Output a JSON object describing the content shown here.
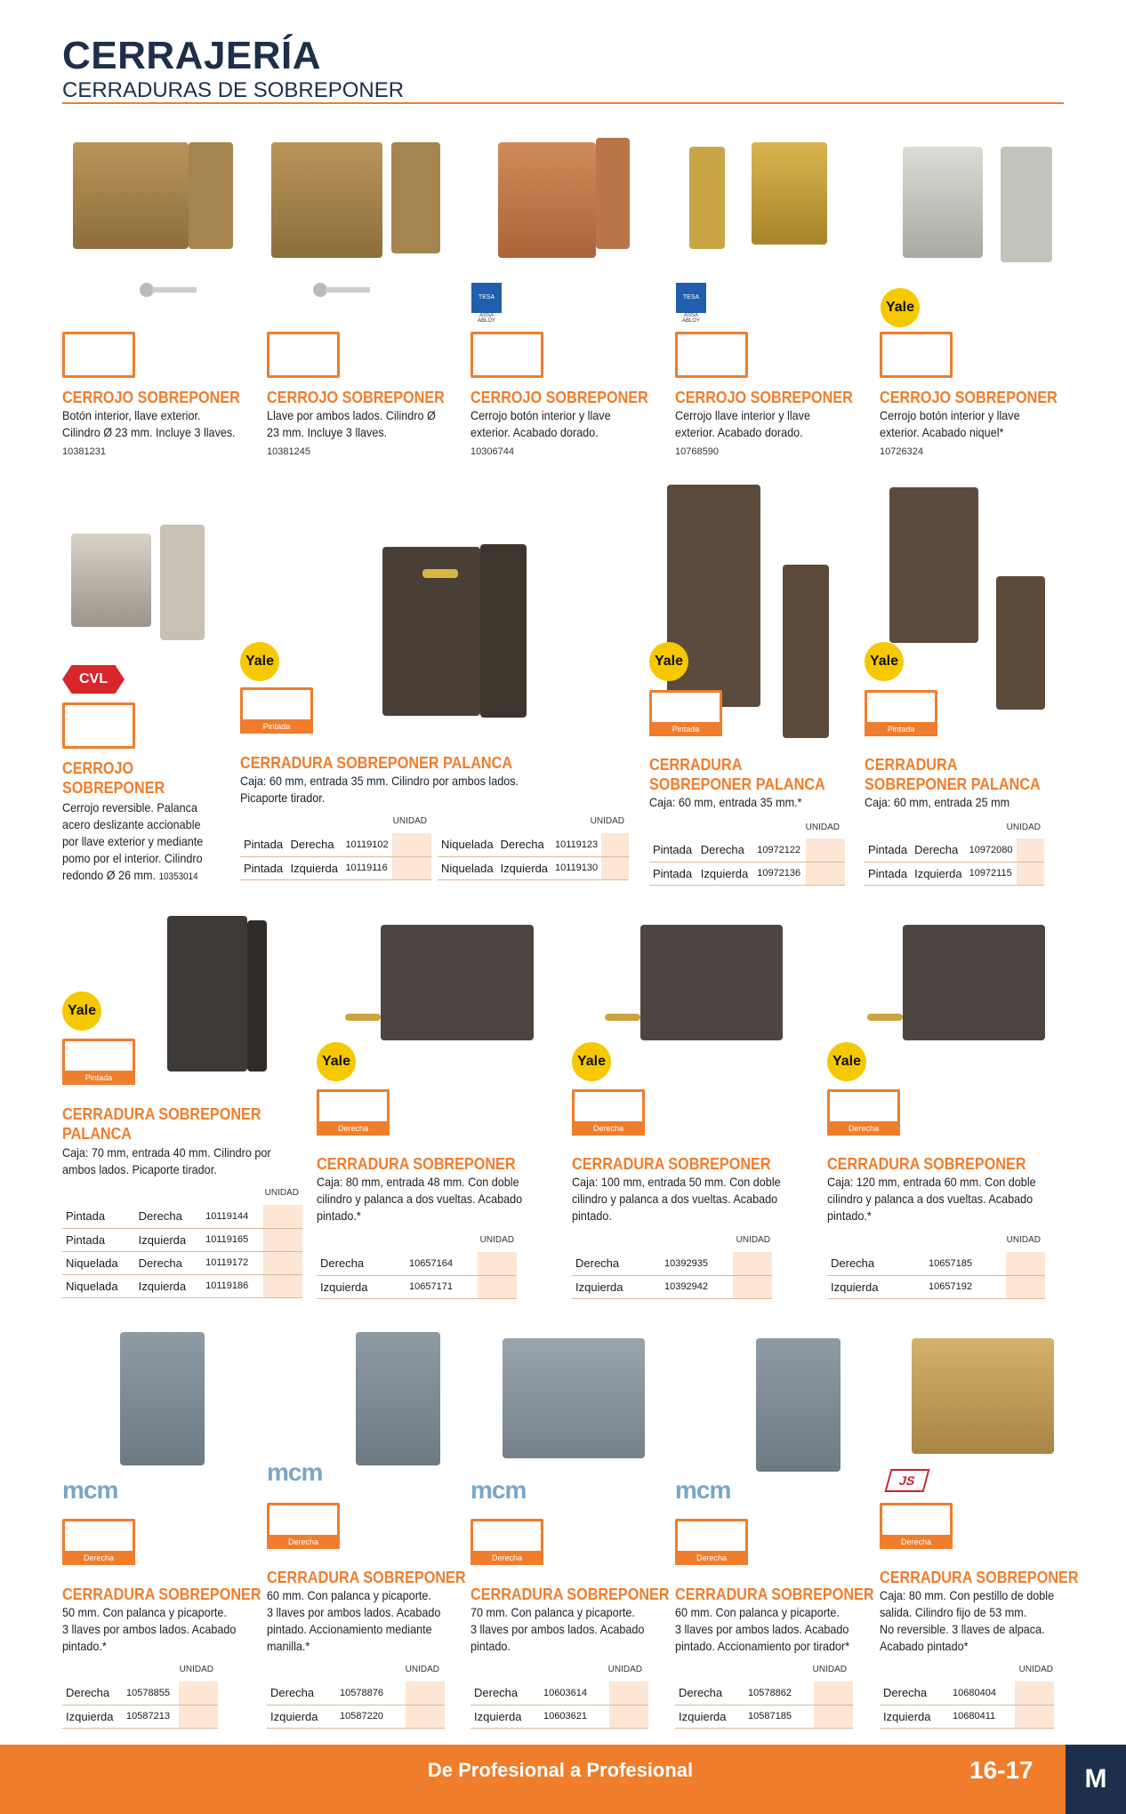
{
  "header": {
    "title": "CERRAJERÍA",
    "subtitle": "CERRADURAS DE SOBREPONER"
  },
  "row1": [
    {
      "brand": "key",
      "title": "CERROJO SOBREPONER",
      "desc": [
        "Botón interior, llave exterior.",
        "Cilindro Ø 23 mm. Incluye 3 llaves."
      ],
      "code": "10381231"
    },
    {
      "brand": "key",
      "title": "CERROJO SOBREPONER",
      "desc": [
        "Llave por ambos lados. Cilindro Ø",
        "23 mm. Incluye 3 llaves."
      ],
      "code": "10381245"
    },
    {
      "brand": "tesa",
      "title": "CERROJO SOBREPONER",
      "desc": [
        "Cerrojo botón interior y llave",
        "exterior. Acabado dorado."
      ],
      "code": "10306744"
    },
    {
      "brand": "tesa",
      "title": "CERROJO SOBREPONER",
      "desc": [
        "Cerrojo llave interior y llave",
        "exterior. Acabado dorado."
      ],
      "code": "10768590"
    },
    {
      "brand": "yale",
      "title": "CERROJO SOBREPONER",
      "desc": [
        "Cerrojo botón interior y llave",
        "exterior. Acabado niquel*"
      ],
      "code": "10726324"
    }
  ],
  "brands": {
    "yale": "Yale",
    "tesa": "TESA",
    "tesa_sub": "ASSA ABLOY",
    "mcm": "mcm",
    "cvl": "CVL",
    "js": "JS"
  },
  "unidad": "UNIDAD",
  "tags": {
    "pintada": "Pintada",
    "derecha": "Derecha"
  },
  "row2": {
    "cvl": {
      "title1": "CERROJO",
      "title2": "SOBREPONER",
      "desc": [
        "Cerrojo reversible. Palanca",
        "acero deslizante accionable",
        "por llave exterior y mediante",
        "pomo por el interior. Cilindro"
      ],
      "desc_last": "redondo Ø 26 mm.",
      "code": "10353014"
    },
    "p1": {
      "title": "CERRADURA SOBREPONER PALANCA",
      "desc": [
        "Caja: 60 mm, entrada 35 mm. Cilindro por ambos lados.",
        "Picaporte tirador."
      ],
      "tableA": [
        [
          "Pintada",
          "Derecha",
          "10119102"
        ],
        [
          "Pintada",
          "Izquierda",
          "10119116"
        ]
      ],
      "tableB": [
        [
          "Niquelada",
          "Derecha",
          "10119123"
        ],
        [
          "Niquelada",
          "Izquierda",
          "10119130"
        ]
      ]
    },
    "p2": {
      "title1": "CERRADURA",
      "title2": "SOBREPONER PALANCA",
      "desc": [
        "Caja: 60 mm, entrada 35 mm.*"
      ],
      "table": [
        [
          "Pintada",
          "Derecha",
          "10972122"
        ],
        [
          "Pintada",
          "Izquierda",
          "10972136"
        ]
      ]
    },
    "p3": {
      "title1": "CERRADURA",
      "title2": "SOBREPONER PALANCA",
      "desc": [
        "Caja: 60 mm, entrada 25 mm"
      ],
      "table": [
        [
          "Pintada",
          "Derecha",
          "10972080"
        ],
        [
          "Pintada",
          "Izquierda",
          "10972115"
        ]
      ]
    }
  },
  "row3": {
    "p1": {
      "title1": "CERRADURA SOBREPONER",
      "title2": "PALANCA",
      "desc": [
        "Caja: 70 mm, entrada 40 mm. Cilindro por",
        "ambos lados. Picaporte tirador."
      ],
      "table": [
        [
          "Pintada",
          "Derecha",
          "10119144"
        ],
        [
          "Pintada",
          "Izquierda",
          "10119165"
        ],
        [
          "Niquelada",
          "Derecha",
          "10119172"
        ],
        [
          "Niquelada",
          "Izquierda",
          "10119186"
        ]
      ]
    },
    "p2": {
      "title": "CERRADURA SOBREPONER",
      "desc": [
        "Caja: 80 mm, entrada 48 mm. Con doble",
        "cilindro y palanca a dos vueltas. Acabado",
        "pintado.*"
      ],
      "table": [
        [
          "Derecha",
          "10657164"
        ],
        [
          "Izquierda",
          "10657171"
        ]
      ]
    },
    "p3": {
      "title": "CERRADURA SOBREPONER",
      "desc": [
        "Caja: 100 mm, entrada 50 mm. Con doble",
        "cilindro y palanca a dos vueltas. Acabado",
        "pintado."
      ],
      "table": [
        [
          "Derecha",
          "10392935"
        ],
        [
          "Izquierda",
          "10392942"
        ]
      ]
    },
    "p4": {
      "title": "CERRADURA SOBREPONER",
      "desc": [
        "Caja: 120 mm, entrada 60 mm. Con doble",
        "cilindro y palanca a dos vueltas. Acabado",
        "pintado.*"
      ],
      "table": [
        [
          "Derecha",
          "10657185"
        ],
        [
          "Izquierda",
          "10657192"
        ]
      ]
    }
  },
  "row4": [
    {
      "brand": "mcm",
      "title": "CERRADURA SOBREPONER",
      "desc": [
        "50 mm. Con palanca y picaporte.",
        "3 llaves por ambos lados. Acabado",
        "pintado.*"
      ],
      "table": [
        [
          "Derecha",
          "10578855"
        ],
        [
          "Izquierda",
          "10587213"
        ]
      ]
    },
    {
      "brand": "mcm",
      "title": "CERRADURA SOBREPONER",
      "desc": [
        "60 mm. Con palanca y picaporte.",
        "3 llaves por ambos lados. Acabado",
        "pintado. Accionamiento mediante",
        "manilla.*"
      ],
      "table": [
        [
          "Derecha",
          "10578876"
        ],
        [
          "Izquierda",
          "10587220"
        ]
      ]
    },
    {
      "brand": "mcm",
      "title": "CERRADURA SOBREPONER",
      "desc": [
        "70 mm. Con palanca y picaporte.",
        "3 llaves por ambos lados. Acabado",
        "pintado."
      ],
      "table": [
        [
          "Derecha",
          "10603614"
        ],
        [
          "Izquierda",
          "10603621"
        ]
      ]
    },
    {
      "brand": "mcm",
      "title": "CERRADURA SOBREPONER",
      "desc": [
        "60 mm. Con palanca y picaporte.",
        "3 llaves por ambos lados. Acabado",
        "pintado. Accionamiento por tirador*"
      ],
      "table": [
        [
          "Derecha",
          "10578862"
        ],
        [
          "Izquierda",
          "10587185"
        ]
      ]
    },
    {
      "brand": "js",
      "title": "CERRADURA SOBREPONER",
      "desc": [
        "Caja: 80 mm. Con pestillo de doble",
        "salida. Cilindro fijo de 53 mm.",
        "No reversible. 3 llaves de alpaca.",
        "Acabado pintado*"
      ],
      "table": [
        [
          "Derecha",
          "10680404"
        ],
        [
          "Izquierda",
          "10680411"
        ]
      ]
    }
  ],
  "footer": {
    "slogan": "De Profesional a Profesional",
    "page": "16-17",
    "logo": "M"
  },
  "colors": {
    "orange": "#ef7d2c",
    "navy": "#1d2f4a",
    "cell": "#fde6d4"
  }
}
